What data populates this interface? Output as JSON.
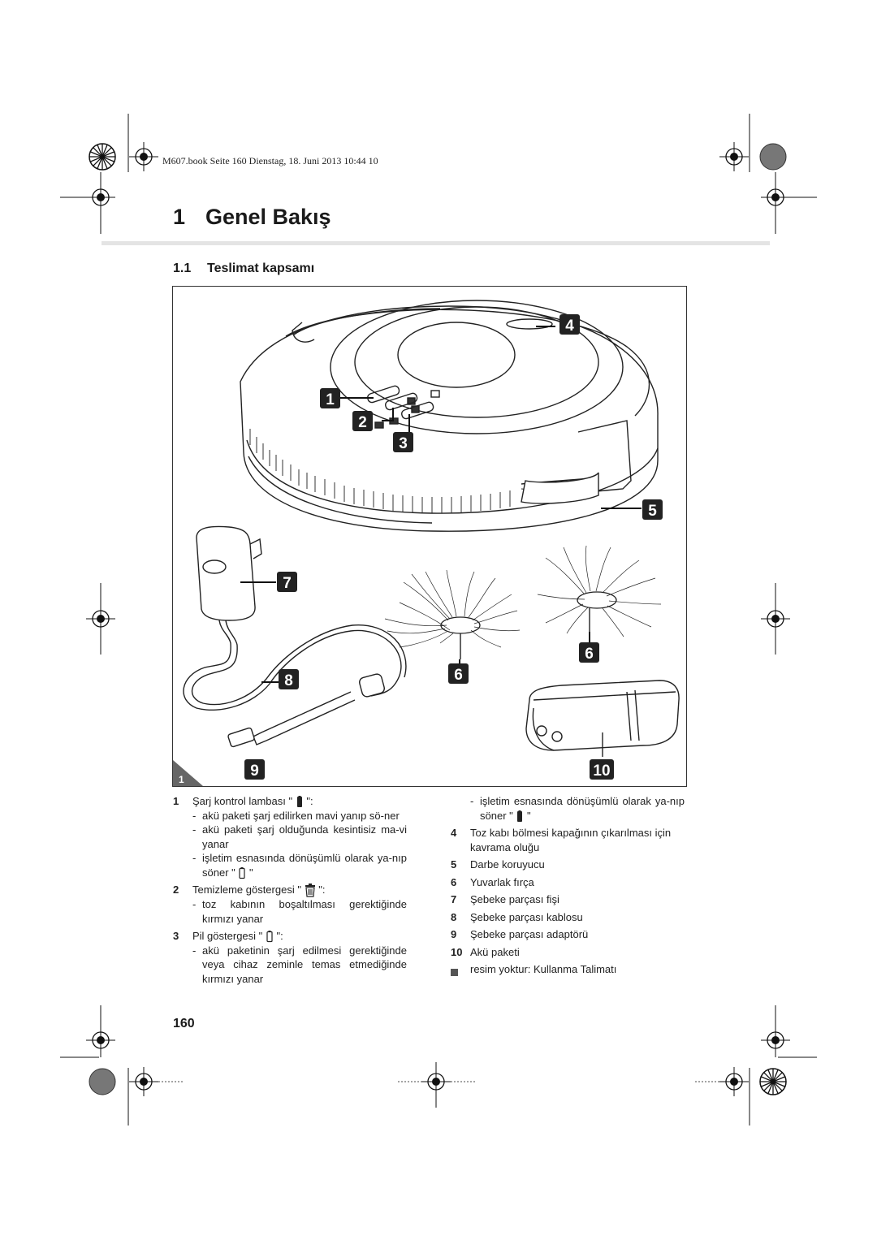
{
  "header": {
    "stamp": "M607.book  Seite 160  Dienstag, 18. Juni 2013  10:44 10"
  },
  "chapter": {
    "number": "1",
    "title": "Genel Bakış"
  },
  "section": {
    "number": "1.1",
    "title": "Teslimat kapsamı"
  },
  "figure": {
    "callouts": [
      "1",
      "2",
      "3",
      "4",
      "5",
      "6",
      "6",
      "7",
      "8",
      "9",
      "10"
    ],
    "figure_number": "1"
  },
  "legend_left": {
    "item1": {
      "n": "1",
      "label_pre": "Şarj kontrol lambası \"",
      "label_post": "\":",
      "subs": [
        "akü paketi şarj edilirken mavi yanıp sö-ner",
        "akü paketi şarj olduğunda kesintisiz ma-vi yanar",
        "işletim esnasında dönüşümlü olarak ya-nıp söner \""
      ],
      "sub3_post": "\""
    },
    "item2": {
      "n": "2",
      "label_pre": "Temizleme göstergesi \"",
      "label_post": "\":",
      "subs": [
        "toz kabının boşaltılması gerektiğinde kırmızı yanar"
      ]
    },
    "item3": {
      "n": "3",
      "label_pre": "Pil göstergesi \"",
      "label_post": "\":",
      "subs": [
        "akü paketinin şarj edilmesi gerektiğinde veya cihaz zeminle temas etmediğinde kırmızı yanar"
      ]
    }
  },
  "legend_right": {
    "cont_pre": "işletim esnasında dönüşümlü olarak ya-nıp söner \"",
    "cont_post": "\"",
    "items": [
      {
        "n": "4",
        "text": "Toz kabı bölmesi kapağının çıkarılması için kavrama oluğu"
      },
      {
        "n": "5",
        "text": "Darbe koruyucu"
      },
      {
        "n": "6",
        "text": "Yuvarlak fırça"
      },
      {
        "n": "7",
        "text": "Şebeke parçası fişi"
      },
      {
        "n": "8",
        "text": "Şebeke parçası kablosu"
      },
      {
        "n": "9",
        "text": "Şebeke parçası adaptörü"
      },
      {
        "n": "10",
        "text": "Akü paketi"
      }
    ],
    "note": "resim yoktur: Kullanma Talimatı"
  },
  "page_number": "160"
}
